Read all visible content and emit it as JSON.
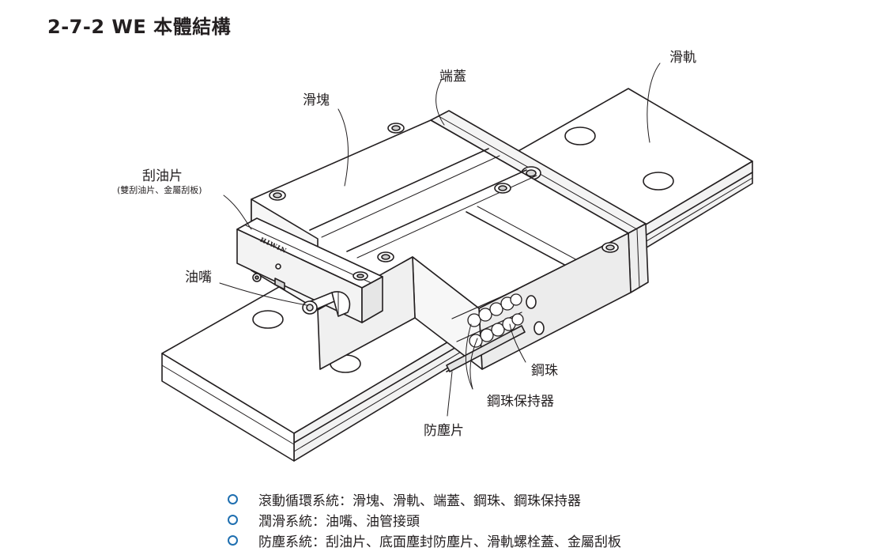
{
  "section_title": "2-7-2 WE 本體結構",
  "labels": {
    "block": "滑塊",
    "end_cap": "端蓋",
    "rail": "滑軌",
    "seal": "刮油片",
    "seal_note": "(雙刮油片、金屬刮板)",
    "grease_nipple": "油嘴",
    "ball": "鋼珠",
    "retainer": "鋼珠保持器",
    "bottom_seal": "防塵片"
  },
  "brand_mark": "HIWIN",
  "bullets": [
    "滾動循環系統：滑塊、滑軌、端蓋、鋼珠、鋼珠保持器",
    "潤滑系統：油嘴、油管接頭",
    "防塵系統：刮油片、底面塵封防塵片、滑軌螺栓蓋、金屬刮板"
  ],
  "colors": {
    "line": "#231f20",
    "accent": "#1f6fb0",
    "shade": "#e9e9e9"
  }
}
